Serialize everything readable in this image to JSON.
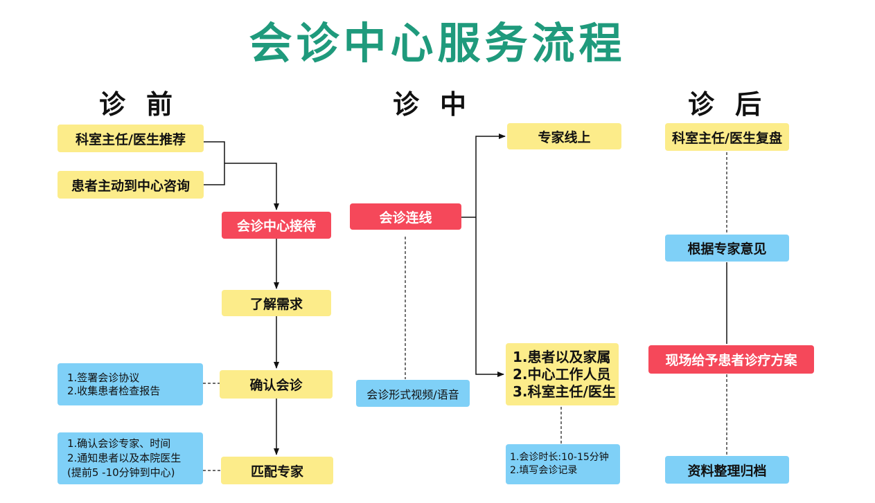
{
  "title": "会诊中心服务流程",
  "columns": {
    "before": "诊前",
    "during": "诊中",
    "after": "诊后"
  },
  "before": {
    "recommend": "科室主任/医生推荐",
    "consult": "患者主动到中心咨询",
    "reception": "会诊中心接待",
    "needs": "了解需求",
    "confirm": "确认会诊",
    "match": "匹配专家",
    "confirm_note": [
      "1.签署会诊协议",
      "2.收集患者检查报告"
    ],
    "match_note": [
      "1.确认会诊专家、时间",
      "2.通知患者以及本院医生",
      "(提前5 -10分钟到中心)"
    ]
  },
  "during": {
    "connect": "会诊连线",
    "expert_online": "专家线上",
    "form": "会诊形式视频/语音",
    "participants": [
      "1.患者以及家属",
      "2.中心工作人员",
      "3.科室主任/医生"
    ],
    "duration_note": [
      "1.会诊时长:10-15分钟",
      "2.填写会诊记录"
    ]
  },
  "after": {
    "review": "科室主任/医生复盘",
    "opinion": "根据专家意见",
    "plan": "现场给予患者诊疗方案",
    "archive": "资料整理归档"
  },
  "colors": {
    "title": "#1f9a7c",
    "yellow": "#fcec8a",
    "red": "#f5485a",
    "blue": "#7fd0f7"
  }
}
